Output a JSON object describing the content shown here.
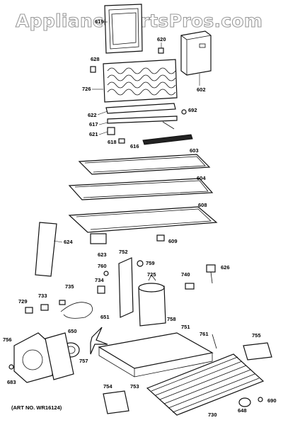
{
  "watermark": "AppliancePartsPros.com",
  "art_number": "(ART NO. WR16124)",
  "callouts": {
    "c619": "619",
    "c620": "620",
    "c628": "628",
    "c602": "602",
    "c726": "726",
    "c622": "622",
    "c692": "692",
    "c617": "617",
    "c621": "621",
    "c618": "618",
    "c616": "616",
    "c603": "603",
    "c604": "604",
    "c608": "608",
    "c624": "624",
    "c623": "623",
    "c609": "609",
    "c752": "752",
    "c760": "760",
    "c759": "759",
    "c725": "725",
    "c740": "740",
    "c626": "626",
    "c734": "734",
    "c735": "735",
    "c733": "733",
    "c729": "729",
    "c651": "651",
    "c758": "758",
    "c751": "751",
    "c650": "650",
    "c761": "761",
    "c755": "755",
    "c756": "756",
    "c757": "757",
    "c683": "683",
    "c754": "754",
    "c753": "753",
    "c730": "730",
    "c648": "648",
    "c690": "690"
  }
}
